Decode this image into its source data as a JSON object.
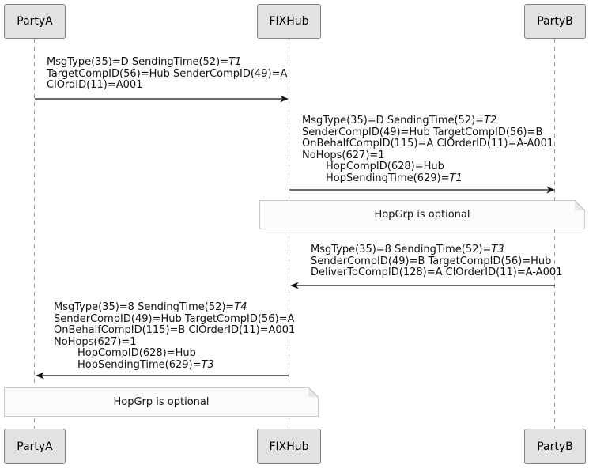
{
  "actors": [
    {
      "label": "PartyA"
    },
    {
      "label": "FIXHub"
    },
    {
      "label": "PartyB"
    }
  ],
  "messages": [
    {
      "from": "PartyA",
      "to": "FIXHub",
      "direction": "right",
      "lines": [
        {
          "segments": [
            {
              "t": "MsgType(35)=D SendingTime(52)="
            },
            {
              "t": "T1",
              "italic": true
            }
          ]
        },
        {
          "segments": [
            {
              "t": "TargetCompID(56)=Hub SenderCompID(49)=A"
            }
          ]
        },
        {
          "segments": [
            {
              "t": "ClOrdID(11)=A001"
            }
          ]
        }
      ]
    },
    {
      "from": "FIXHub",
      "to": "PartyB",
      "direction": "right",
      "lines": [
        {
          "segments": [
            {
              "t": "MsgType(35)=D SendingTime(52)="
            },
            {
              "t": "T2",
              "italic": true
            }
          ]
        },
        {
          "segments": [
            {
              "t": "SenderCompID(49)=Hub TargetCompID(56)=B"
            }
          ]
        },
        {
          "segments": [
            {
              "t": "OnBehalfCompID(115)=A ClOrderID(11)=A-A001"
            }
          ]
        },
        {
          "segments": [
            {
              "t": "NoHops(627)=1"
            }
          ]
        },
        {
          "indent": true,
          "segments": [
            {
              "t": "HopCompID(628)=Hub"
            }
          ]
        },
        {
          "indent": true,
          "segments": [
            {
              "t": "HopSendingTime(629)="
            },
            {
              "t": "T1",
              "italic": true
            }
          ]
        }
      ]
    },
    {
      "from": "PartyB",
      "to": "FIXHub",
      "direction": "left",
      "lines": [
        {
          "segments": [
            {
              "t": "MsgType(35)=8 SendingTime(52)="
            },
            {
              "t": "T3",
              "italic": true
            }
          ]
        },
        {
          "segments": [
            {
              "t": "SenderCompID(49)=B TargetCompID(56)=Hub"
            }
          ]
        },
        {
          "segments": [
            {
              "t": "DeliverToCompID(128)=A ClOrderID(11)=A-A001"
            }
          ]
        }
      ]
    },
    {
      "from": "FIXHub",
      "to": "PartyA",
      "direction": "left",
      "lines": [
        {
          "segments": [
            {
              "t": "MsgType(35)=8 SendingTime(52)="
            },
            {
              "t": "T4",
              "italic": true
            }
          ]
        },
        {
          "segments": [
            {
              "t": "SenderCompID(49)=Hub TargetCompID(56)=A"
            }
          ]
        },
        {
          "segments": [
            {
              "t": "OnBehalfCompID(115)=B ClOrderID(11)=A001"
            }
          ]
        },
        {
          "segments": [
            {
              "t": "NoHops(627)=1"
            }
          ]
        },
        {
          "indent": true,
          "segments": [
            {
              "t": "HopCompID(628)=Hub"
            }
          ]
        },
        {
          "indent": true,
          "segments": [
            {
              "t": "HopSendingTime(629)="
            },
            {
              "t": "T3",
              "italic": true
            }
          ]
        }
      ]
    }
  ],
  "notes": [
    {
      "text": "HopGrp is optional",
      "between": [
        "FIXHub",
        "PartyB"
      ]
    },
    {
      "text": "HopGrp is optional",
      "between": [
        "PartyA",
        "FIXHub"
      ]
    }
  ],
  "colors": {
    "actor_fill": "#e2e2e2",
    "actor_border": "#838383",
    "note_fill": "#fbfbfb",
    "note_border": "#c9c9c9",
    "lifeline": "#9a9a9a",
    "arrow": "#161616",
    "text": "#111111",
    "background": "#ffffff"
  }
}
